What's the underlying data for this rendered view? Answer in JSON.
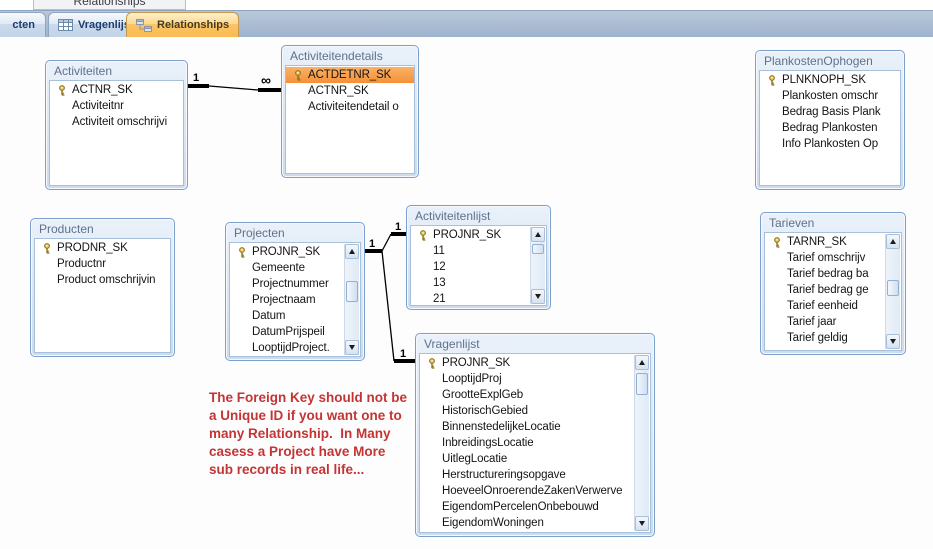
{
  "window": {
    "top_cut_label": "Relationships"
  },
  "tabs": [
    {
      "label": "cten",
      "active": false
    },
    {
      "label": "Vragenlijst",
      "active": false,
      "icon": "datasheet-icon"
    },
    {
      "label": "Relationships",
      "active": true,
      "icon": "relationships-icon"
    }
  ],
  "icons": {
    "primary_key": "key-icon",
    "scroll_up": "triangle-up-icon",
    "scroll_down": "triangle-down-icon"
  },
  "colors": {
    "active_tab_orange": "#f9bb51",
    "highlight_row_orange": "#f59036",
    "table_frame_blue": "#7ba0cd",
    "title_text": "#5f718c",
    "annotation_red": "#c53434",
    "tabbar_blue": "#9eb3cd"
  },
  "tables": [
    {
      "title": "Activiteiten",
      "fields": [
        {
          "text": "ACTNR_SK",
          "key": true
        },
        {
          "text": "Activiteitnr"
        },
        {
          "text": "Activiteit omschrijvi"
        }
      ]
    },
    {
      "title": "Activiteitendetails",
      "fields": [
        {
          "text": "ACTDETNR_SK",
          "key": true,
          "highlight": true
        },
        {
          "text": "ACTNR_SK"
        },
        {
          "text": "Activiteitendetail o"
        }
      ]
    },
    {
      "title": "PlankostenOphogen",
      "fields": [
        {
          "text": "PLNKNOPH_SK",
          "key": true
        },
        {
          "text": "Plankosten omschr"
        },
        {
          "text": "Bedrag Basis Plank"
        },
        {
          "text": "Bedrag Plankosten"
        },
        {
          "text": "Info Plankosten Op"
        }
      ]
    },
    {
      "title": "Producten",
      "fields": [
        {
          "text": "PRODNR_SK",
          "key": true
        },
        {
          "text": "Productnr"
        },
        {
          "text": "Product omschrijvin"
        }
      ]
    },
    {
      "title": "Projecten",
      "fields": [
        {
          "text": "PROJNR_SK",
          "key": true
        },
        {
          "text": "Gemeente"
        },
        {
          "text": "Projectnummer"
        },
        {
          "text": "Projectnaam"
        },
        {
          "text": "Datum"
        },
        {
          "text": "DatumPrijspeil"
        },
        {
          "text": "LooptijdProject."
        }
      ]
    },
    {
      "title": "Activiteitenlijst",
      "fields": [
        {
          "text": "PROJNR_SK",
          "key": true
        },
        {
          "text": "11"
        },
        {
          "text": "12"
        },
        {
          "text": "13"
        },
        {
          "text": "21"
        }
      ]
    },
    {
      "title": "Tarieven",
      "fields": [
        {
          "text": "TARNR_SK",
          "key": true
        },
        {
          "text": "Tarief omschrijv"
        },
        {
          "text": "Tarief bedrag ba"
        },
        {
          "text": "Tarief bedrag ge"
        },
        {
          "text": "Tarief eenheid"
        },
        {
          "text": "Tarief jaar"
        },
        {
          "text": "Tarief geldig"
        }
      ]
    },
    {
      "title": "Vragenlijst",
      "fields": [
        {
          "text": "PROJNR_SK",
          "key": true
        },
        {
          "text": "LooptijdProj"
        },
        {
          "text": "GrootteExplGeb"
        },
        {
          "text": "HistorischGebied"
        },
        {
          "text": "BinnenstedelijkeLocatie"
        },
        {
          "text": "InbreidingsLocatie"
        },
        {
          "text": "UitlegLocatie"
        },
        {
          "text": "Herstructureringsopgave"
        },
        {
          "text": "HoeveelOnroerendeZakenVerwerve"
        },
        {
          "text": "EigendomPercelenOnbebouwd"
        },
        {
          "text": "EigendomWoningen"
        }
      ]
    }
  ],
  "relationships": [
    {
      "from": "Activiteiten",
      "to": "Activiteitendetails",
      "from_label": "1",
      "to_label": "∞"
    },
    {
      "from": "Projecten",
      "to": "Activiteitenlijst",
      "from_label": "1",
      "to_label": "1"
    },
    {
      "from": "Projecten",
      "to": "Vragenlijst",
      "from_label": "1",
      "to_label": "1"
    }
  ],
  "annotation": {
    "lines": [
      "The Foreign Key should not be",
      "a Unique ID if you want one to",
      "many Relationship.  In Many",
      "casess a Project have More",
      "sub records in real life..."
    ]
  }
}
